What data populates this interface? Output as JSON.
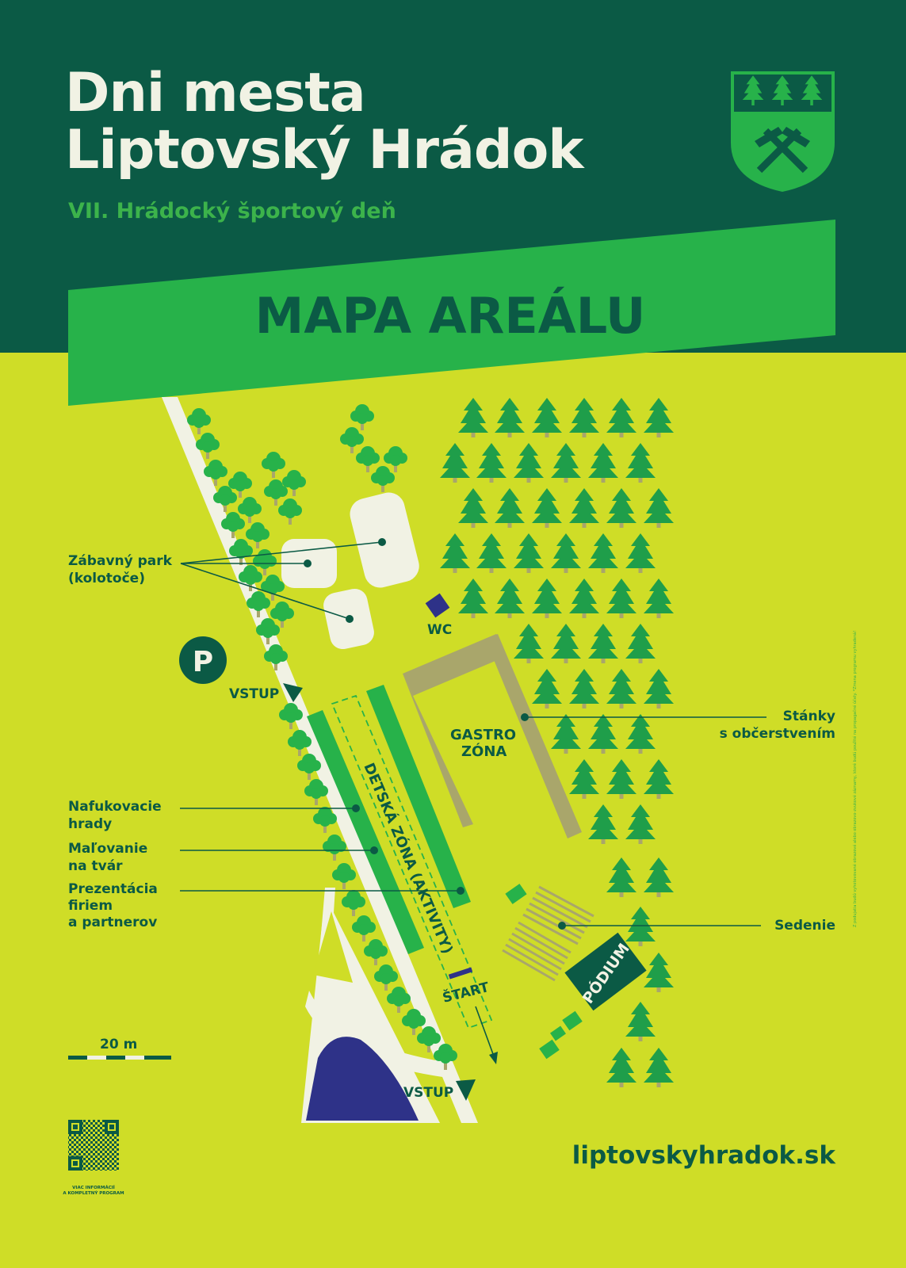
{
  "header": {
    "title_line1": "Dni mesta",
    "title_line2": "Liptovský Hrádok",
    "subtitle": "VII. Hrádocký športový deň",
    "banner": "MAPA AREÁLU",
    "coat_of_arms_icon": "coat-of-arms-trees-hammer-icon"
  },
  "map": {
    "labels": {
      "zabavny_park_1": "Zábavný park",
      "zabavny_park_2": "(kolotoče)",
      "wc": "WC",
      "parking": "P",
      "vstup_top": "VSTUP",
      "vstup_bottom": "VSTUP",
      "gastro_1": "GASTRO",
      "gastro_2": "ZÓNA",
      "stanky_1": "Stánky",
      "stanky_2": "s občerstvením",
      "nafukovacie_1": "Nafukovacie",
      "nafukovacie_2": "hrady",
      "malovanie_1": "Maľovanie",
      "malovanie_2": "na tvár",
      "prezentacia_1": "Prezentácia",
      "prezentacia_2": "firiem",
      "prezentacia_3": "a partnerov",
      "detska_zona": "DETSKÁ ZÓNA (AKTIVITY)",
      "start": "ŠTART",
      "sedenie": "Sedenie",
      "podium": "PÓDIUM"
    },
    "scale_label": "20 m"
  },
  "footer": {
    "qr_caption_1": "VIAC INFORMÁCIÍ",
    "qr_caption_2": "A KOMPLETNÝ PROGRAM",
    "url": "liptovskyhradok.sk",
    "disclaimer": "Z podujatia budú vyhotovované obrazové alebo obrazovo-zvukové záznamy, ktoré budú použité na propagačné účely. *Zmena programu vyhradená!"
  },
  "colors": {
    "dark_green": "#0b5a45",
    "bright_green": "#27b24a",
    "lime": "#cfdd27",
    "cream": "#f1f2e4",
    "navy": "#2e3288",
    "khaki": "#a9a66b"
  }
}
